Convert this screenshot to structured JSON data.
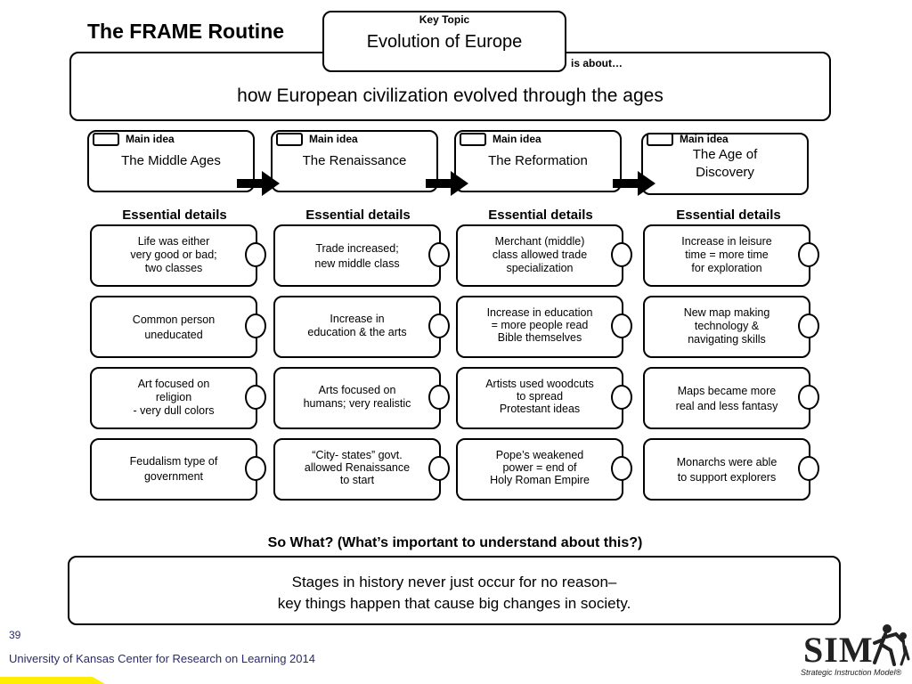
{
  "title": "The FRAME Routine",
  "key_topic": {
    "label": "Key Topic",
    "value": "Evolution of Europe"
  },
  "about": {
    "label": "is about…",
    "text": "how European civilization evolved through the ages"
  },
  "main_idea_label": "Main idea",
  "essential_label": "Essential details",
  "columns": [
    {
      "main_idea": "The Middle Ages",
      "details": [
        "Life was either\nvery good or bad;\ntwo classes",
        "Common person\nuneducated",
        "Art focused on\nreligion\n- very dull colors",
        "Feudalism type of\ngovernment"
      ]
    },
    {
      "main_idea": "The Renaissance",
      "details": [
        "Trade increased;\nnew middle class",
        "Increase in\neducation & the arts",
        "Arts focused on\nhumans; very realistic",
        "“City- states” govt.\nallowed Renaissance\nto start"
      ]
    },
    {
      "main_idea": "The Reformation",
      "details": [
        "Merchant (middle)\nclass allowed trade\nspecialization",
        "Increase in education\n= more people read\nBible themselves",
        "Artists used woodcuts\nto spread\nProtestant ideas",
        "Pope’s weakened\npower = end of\nHoly Roman Empire"
      ]
    },
    {
      "main_idea": "The Age of\nDiscovery",
      "details": [
        "Increase in leisure\ntime = more time\nfor exploration",
        "New map making\ntechnology &\nnavigating skills",
        "Maps became more\nreal and less fantasy",
        "Monarchs were able\nto support explorers"
      ]
    }
  ],
  "so_what": {
    "question": "So What? (What’s important to understand about this?)",
    "answer": "Stages in history never just occur for no reason–\nkey things happen that cause big changes in society."
  },
  "footer": {
    "page_number": "39",
    "credit": "University of Kansas Center for Research on Learning  2014"
  },
  "logo": {
    "word": "SIM",
    "tagline": "Strategic Instruction Model®",
    "icon": "running-figure-icon"
  },
  "colors": {
    "footer_band": "#ffee00",
    "footer_text": "#2a2a6e"
  }
}
